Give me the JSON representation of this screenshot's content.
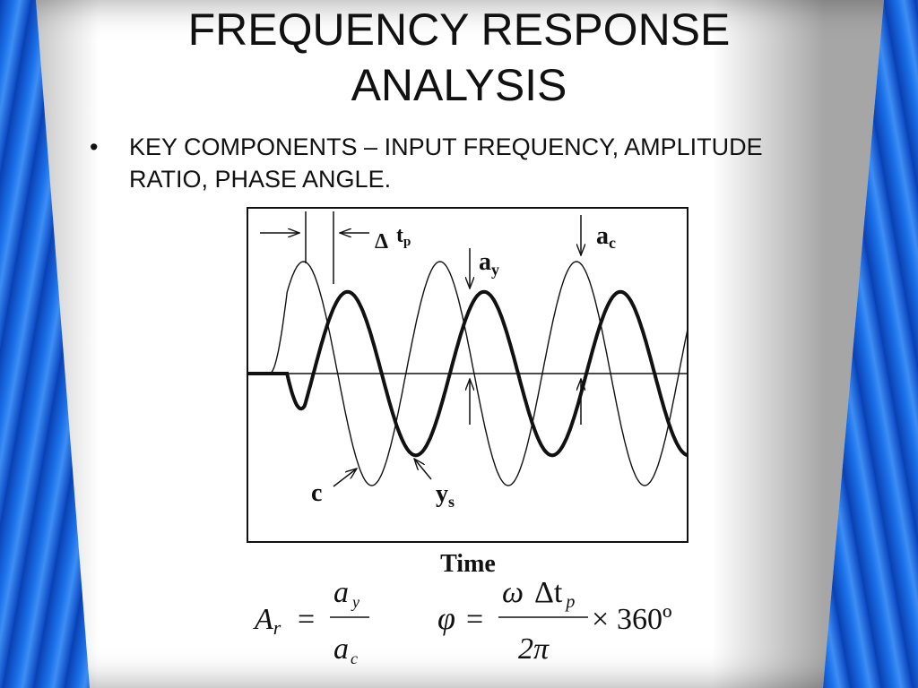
{
  "slide": {
    "title_line1": "FREQUENCY RESPONSE",
    "title_line2": "ANALYSIS",
    "bullet_symbol": "•",
    "bullet_text": "KEY COMPONENTS – INPUT FREQUENCY, AMPLITUDE RATIO, PHASE ANGLE."
  },
  "chart_data": {
    "type": "line",
    "xlabel": "Time",
    "series": [
      {
        "name": "c",
        "style": "thin",
        "amplitude": 1.0,
        "start": 0.05,
        "period": 0.31,
        "phase_lag": 0.0
      },
      {
        "name": "ys",
        "style": "thick",
        "amplitude": 0.73,
        "start": 0.09,
        "period": 0.31,
        "phase_lag": 0.06
      }
    ],
    "annotations": {
      "delta": "Δ",
      "tp_main": "t",
      "tp_sub": "p",
      "ay_main": "a",
      "ay_sub": "y",
      "ac_main": "a",
      "ac_sub": "c",
      "c_label": "c",
      "ys_main": "y",
      "ys_sub": "s"
    },
    "grid": false
  },
  "formulas": {
    "ar_main": "A",
    "ar_sub": "r",
    "equals": "=",
    "num_main": "a",
    "num_sub": "y",
    "den_main": "a",
    "den_sub": "c",
    "phi": "φ",
    "omega": "ω",
    "delta_t": "Δt",
    "p_sub": "p",
    "two_pi": "2π",
    "times": "×",
    "deg": "360º"
  },
  "colors": {
    "ink": "#111111",
    "blue_bg": "#1560d8"
  }
}
